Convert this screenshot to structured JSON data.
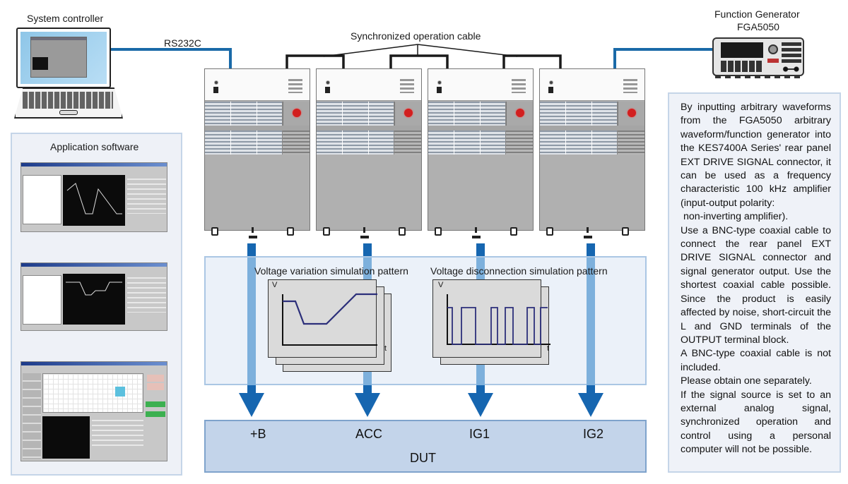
{
  "labels": {
    "system_controller": "System controller",
    "rs232c": "RS232C",
    "sync_cable": "Synchronized operation cable",
    "function_generator_line1": "Function Generator",
    "function_generator_line2": "FGA5050",
    "application_software": "Application software",
    "voltage_variation": "Voltage variation simulation pattern",
    "voltage_disconnection": "Voltage disconnection simulation pattern",
    "axis_v": "V",
    "axis_t": "t",
    "dut": "DUT"
  },
  "dut_terminals": [
    "+B",
    "ACC",
    "IG1",
    "IG2"
  ],
  "power_supply_units": 4,
  "info_text": [
    "By inputting arbitrary waveforms from the FGA5050 arbitrary waveform/function generator into the KES7400A Series' rear panel EXT DRIVE SIGNAL connector, it can be used as a frequency characteristic 100 kHz amplifier (input-output polarity:",
    " non-inverting amplifier).",
    "Use a BNC-type coaxial cable to connect the rear panel EXT DRIVE SIGNAL connector and signal generator output. Use the shortest coaxial cable possible. Since the product is easily affected by noise, short-circuit the L and GND terminals of the OUTPUT terminal block.",
    "A BNC-type coaxial cable is not included.",
    "Please obtain one separately.",
    "If the signal source is set to an external analog signal, synchronized operation and control using a personal computer will not be possible."
  ],
  "colors": {
    "cable_blue": "#1a6aa8",
    "arrow_blue": "#1666b0",
    "dut_fill": "#c3d4ea",
    "waveform": "#2c2f7a",
    "estop_red": "#d21f1f"
  }
}
